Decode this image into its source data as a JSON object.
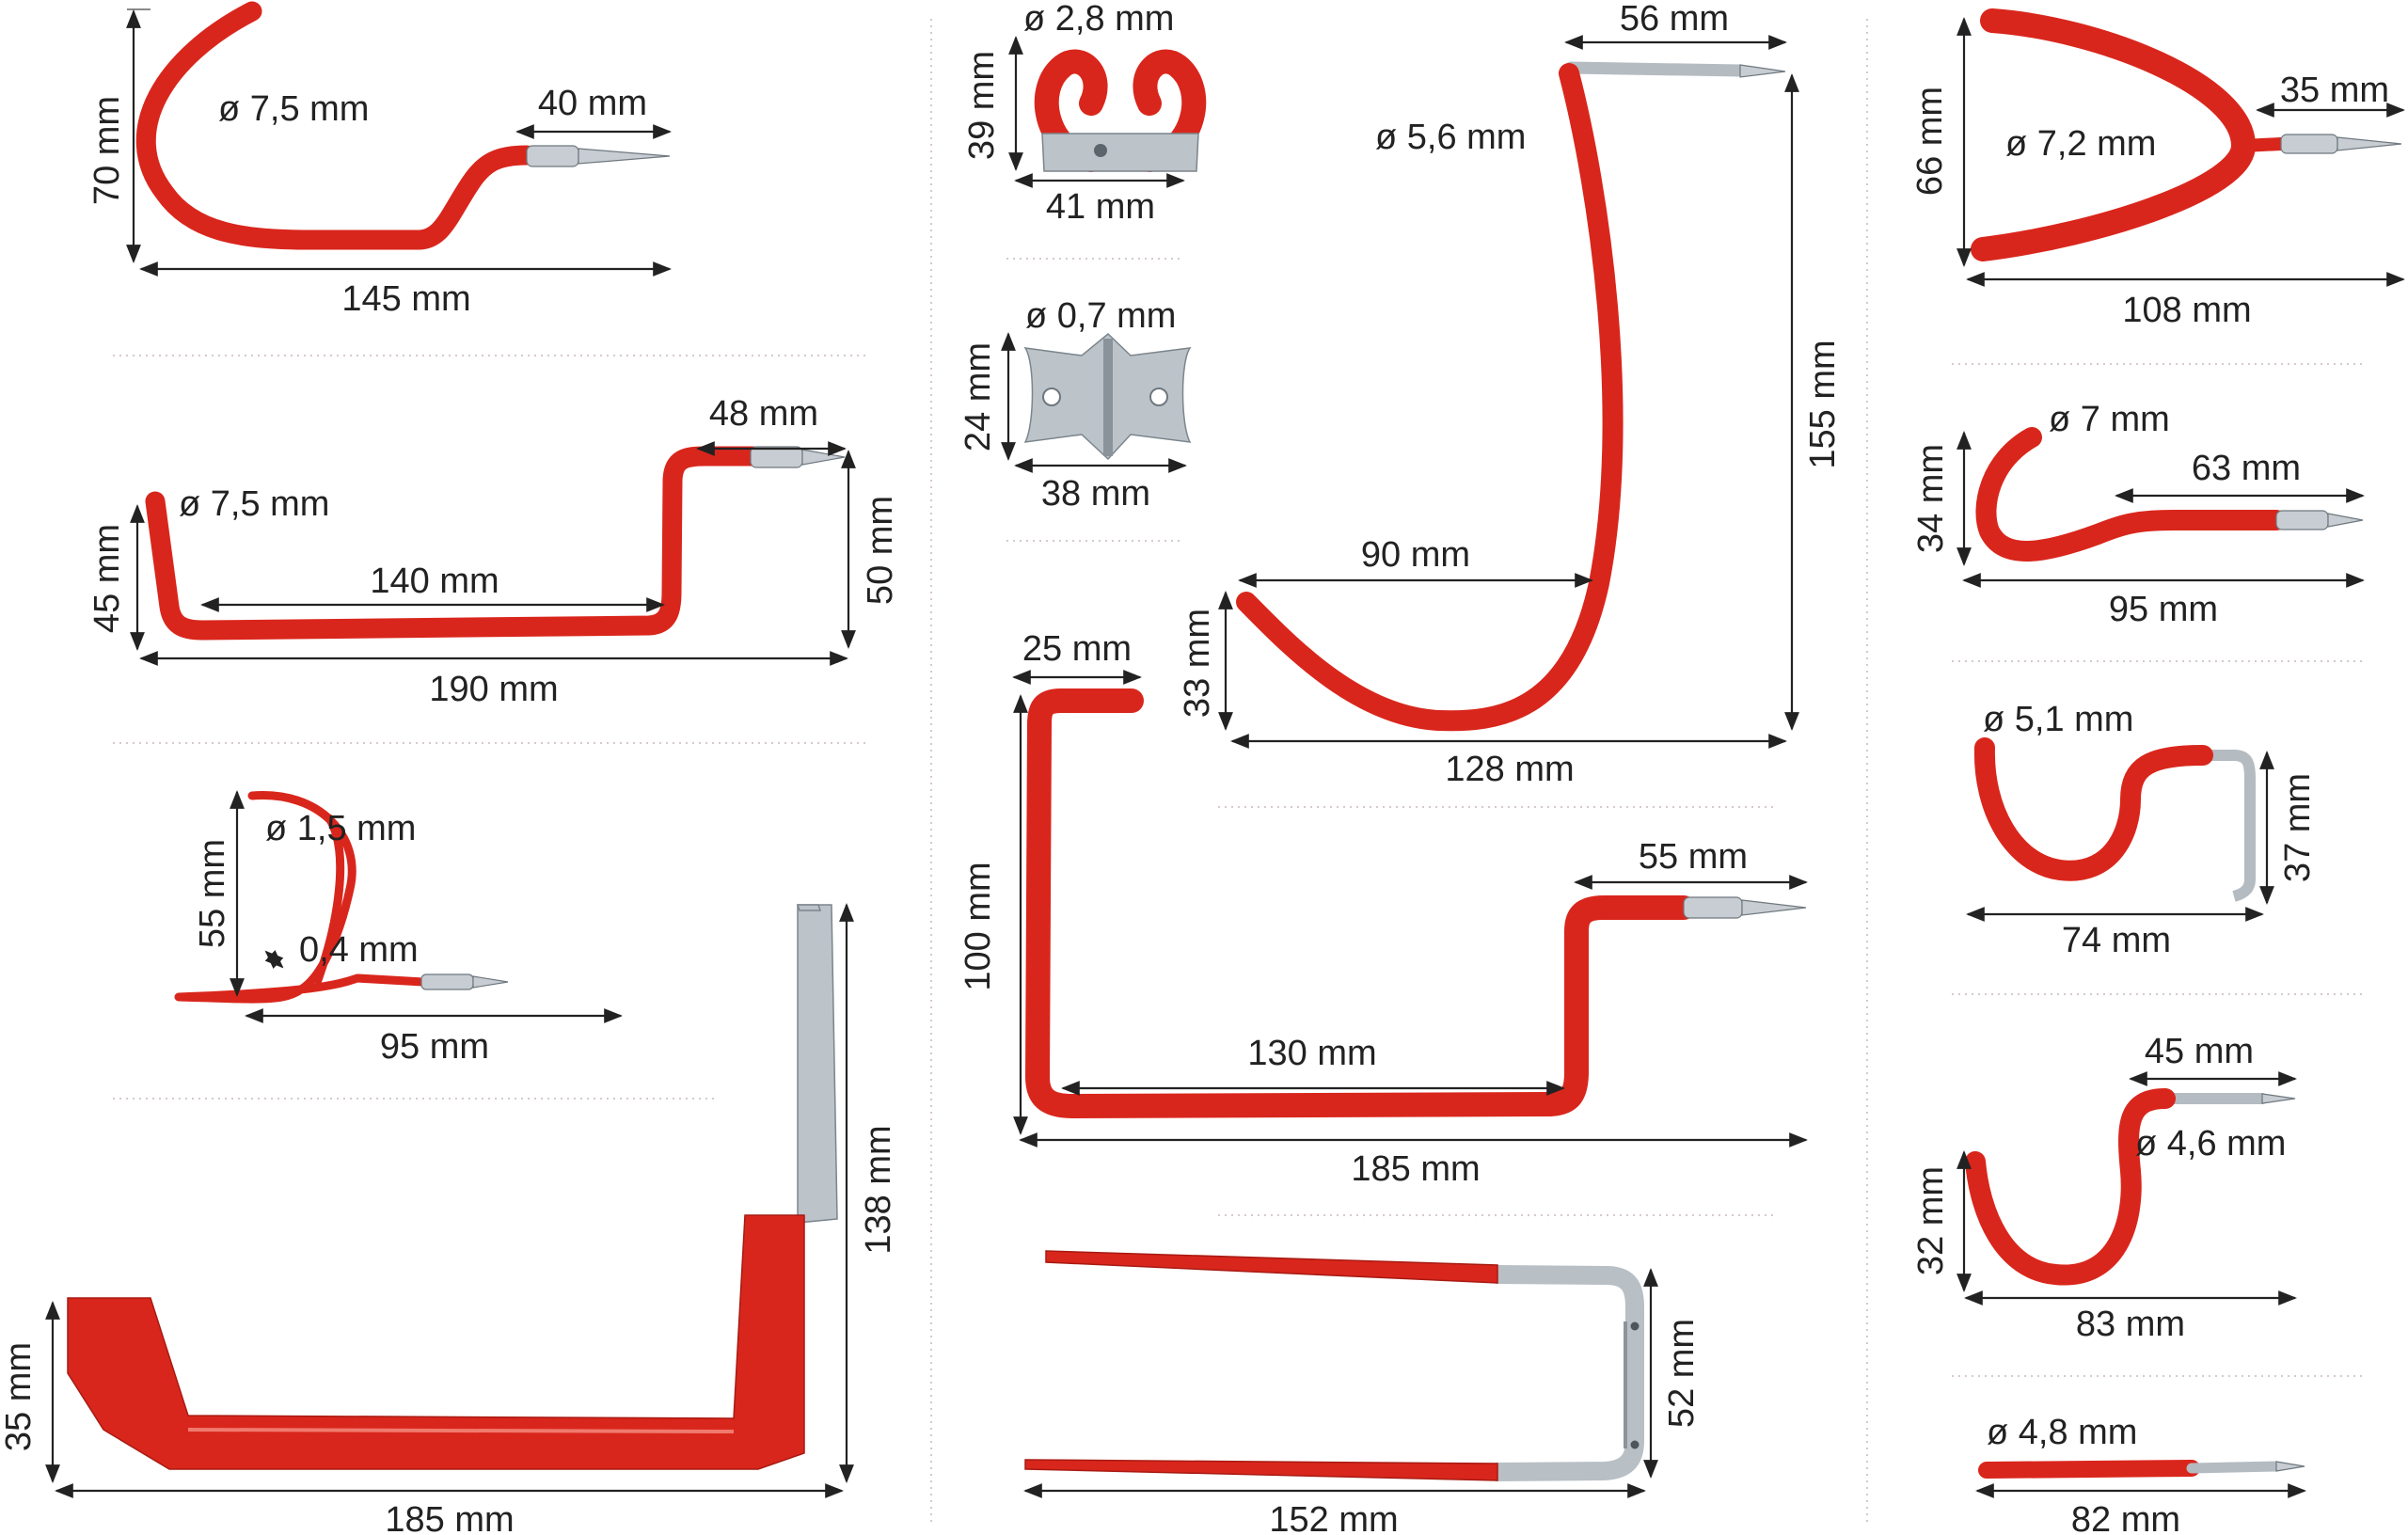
{
  "colors": {
    "coating": "#d9261c",
    "metal": "#bcc3c9",
    "text": "#222222"
  },
  "products": [
    {
      "id": "hook-1",
      "dims": {
        "height": "70 mm",
        "diameter": "ø 7,5 mm",
        "screw": "40 mm",
        "width": "145 mm"
      }
    },
    {
      "id": "hook-2",
      "dims": {
        "height": "45 mm",
        "diameter": "ø 7,5 mm",
        "screw": "48 mm",
        "inner": "140 mm",
        "right_height": "50 mm",
        "width": "190 mm"
      }
    },
    {
      "id": "hook-3",
      "dims": {
        "height": "55 mm",
        "diameter": "ø 1,5 mm",
        "thin": "0,4 mm",
        "width": "95 mm"
      }
    },
    {
      "id": "hook-4",
      "dims": {
        "height": "35 mm",
        "right_height": "138 mm",
        "width": "185 mm"
      }
    },
    {
      "id": "clip-5",
      "dims": {
        "diameter": "ø 2,8 mm",
        "height": "39 mm",
        "width": "41 mm"
      }
    },
    {
      "id": "plate-6",
      "dims": {
        "diameter": "ø 0,7 mm",
        "height": "24 mm",
        "width": "38 mm"
      }
    },
    {
      "id": "hook-7",
      "dims": {
        "top": "56 mm",
        "diameter": "ø 5,6 mm",
        "height": "155 mm",
        "inner": "90 mm",
        "lip": "33 mm",
        "width": "128 mm"
      }
    },
    {
      "id": "hook-8",
      "dims": {
        "lip": "25 mm",
        "height": "100 mm",
        "screw": "55 mm",
        "inner": "130 mm",
        "width": "185 mm"
      }
    },
    {
      "id": "hook-9",
      "dims": {
        "height": "52 mm",
        "width": "152 mm"
      }
    },
    {
      "id": "hook-10",
      "dims": {
        "height": "66 mm",
        "diameter": "ø 7,2 mm",
        "screw": "35 mm",
        "width": "108 mm"
      }
    },
    {
      "id": "hook-11",
      "dims": {
        "diameter": "ø 7 mm",
        "height": "34 mm",
        "screw": "63 mm",
        "width": "95 mm"
      }
    },
    {
      "id": "hook-12",
      "dims": {
        "diameter": "ø 5,1 mm",
        "height": "37 mm",
        "width": "74 mm"
      }
    },
    {
      "id": "hook-13",
      "dims": {
        "spike": "45 mm",
        "diameter": "ø 4,6 mm",
        "height": "32 mm",
        "width": "83 mm"
      }
    },
    {
      "id": "hook-14",
      "dims": {
        "diameter": "ø 4,8 mm",
        "width": "82 mm"
      }
    }
  ]
}
